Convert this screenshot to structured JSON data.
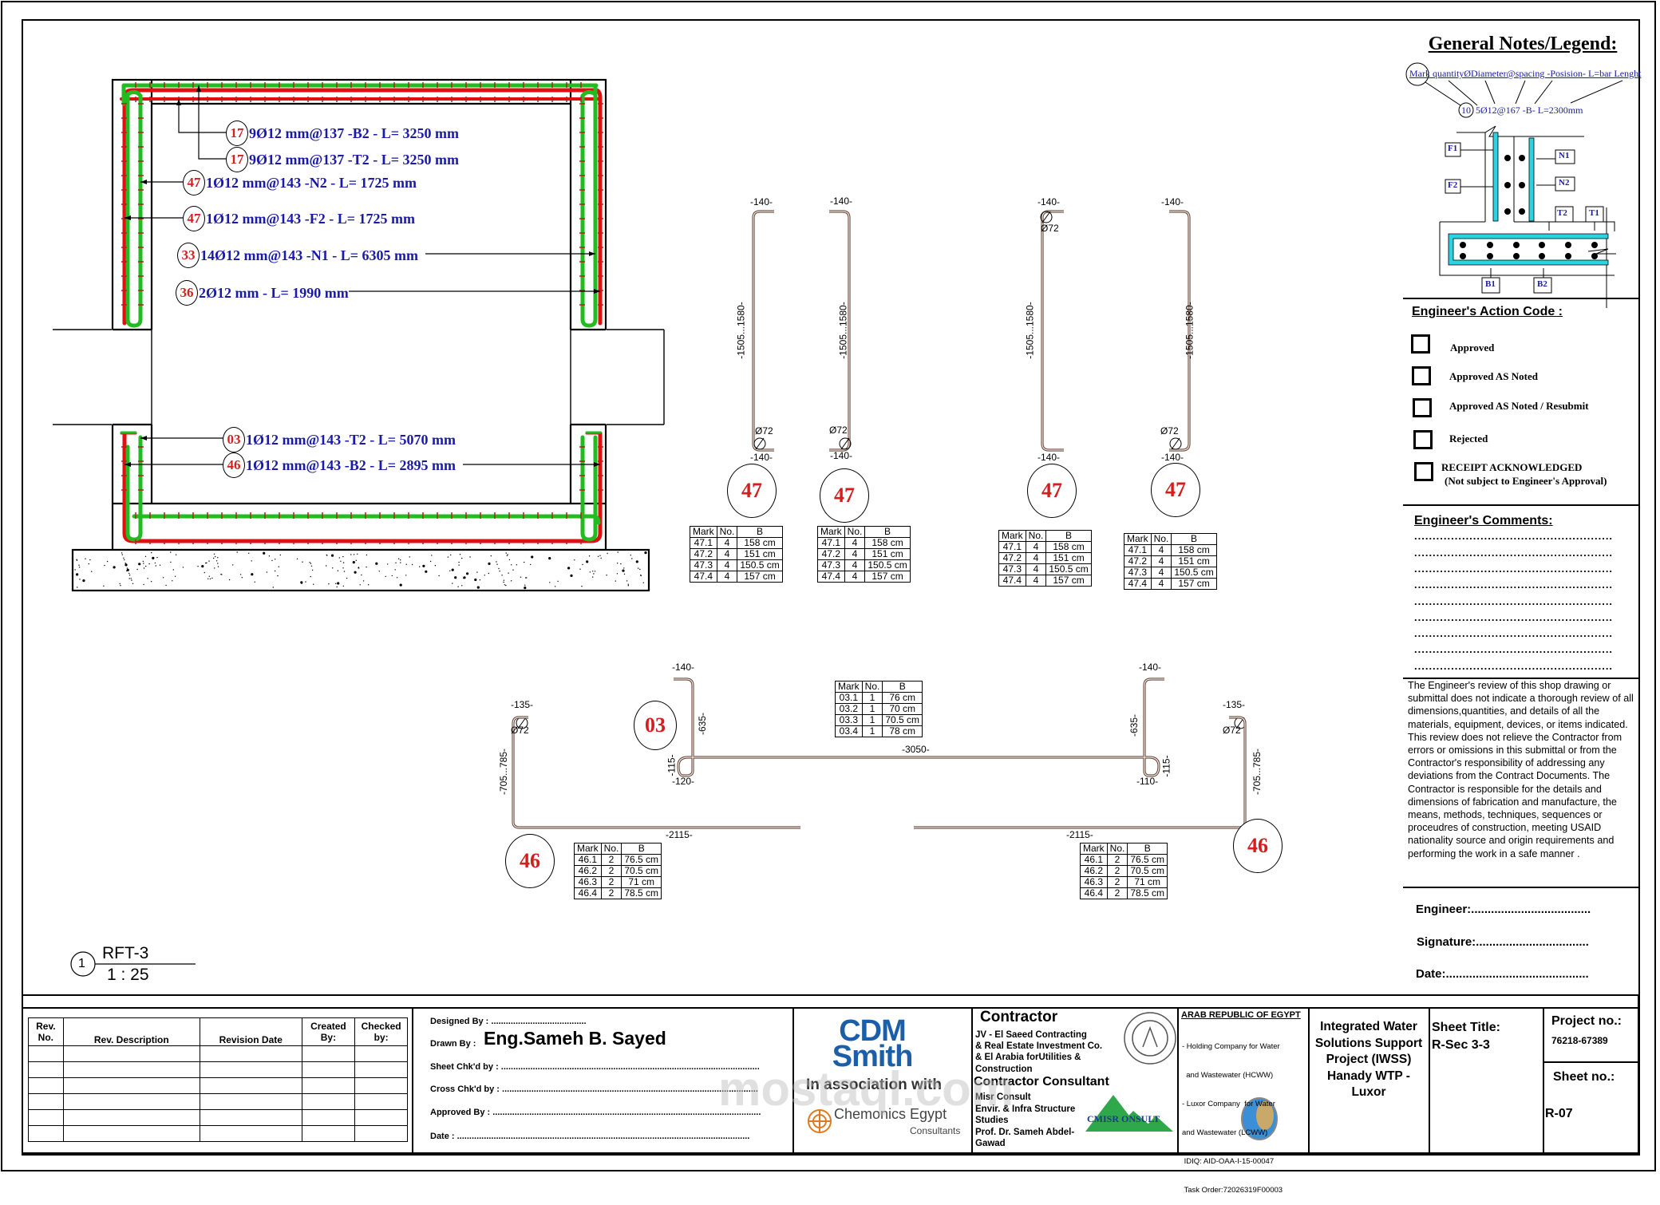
{
  "drawing": {
    "colors": {
      "bar_red": "#e01010",
      "bar_green": "#22bb22",
      "label_blue": "#1a1aa8",
      "mark_red": "#d41e1e",
      "shape_brown": "#6b4a3a",
      "legend_cyan": "#2ad4e0"
    },
    "section_labels": [
      {
        "mark": "17",
        "text": "9Ø12 mm@137 -B2 - L= 3250 mm"
      },
      {
        "mark": "17",
        "text": "9Ø12 mm@137 -T2 - L= 3250 mm"
      },
      {
        "mark": "47",
        "text": "1Ø12 mm@143 -N2 - L= 1725 mm"
      },
      {
        "mark": "47",
        "text": "1Ø12 mm@143 -F2 - L= 1725 mm"
      },
      {
        "mark": "33",
        "text": "14Ø12 mm@143 -N1 - L= 6305 mm"
      },
      {
        "mark": "36",
        "text": "2Ø12 mm - L= 1990 mm"
      },
      {
        "mark": "03",
        "text": "1Ø12 mm@143 -T2 - L= 5070 mm"
      },
      {
        "mark": "46",
        "text": "1Ø12 mm@143 -B2 - L= 2895 mm"
      }
    ],
    "view_title": {
      "number": "1",
      "name": "RFT-3",
      "scale": "1 : 25"
    },
    "bar_47": {
      "mark": "47",
      "dim_top": "-140-",
      "dim_bottom": "-140-",
      "dim_length": "-1505...1580-",
      "bend_dia": "Ø72",
      "table": {
        "headers": [
          "Mark",
          "No.",
          "B"
        ],
        "rows": [
          [
            "47.1",
            "4",
            "158 cm"
          ],
          [
            "47.2",
            "4",
            "151 cm"
          ],
          [
            "47.3",
            "4",
            "150.5 cm"
          ],
          [
            "47.4",
            "4",
            "157 cm"
          ]
        ]
      }
    },
    "bar_03": {
      "mark": "03",
      "dim_hook": "-140-",
      "dim_leg": "-635-",
      "dim_length": "-3050-",
      "dim_left_loop_v": "-115-",
      "dim_left_loop_h": "-120-",
      "dim_right_loop_v": "-115-",
      "dim_right_loop_h": "-110-",
      "table": {
        "headers": [
          "Mark",
          "No.",
          "B"
        ],
        "rows": [
          [
            "03.1",
            "1",
            "76 cm"
          ],
          [
            "03.2",
            "1",
            "70 cm"
          ],
          [
            "03.3",
            "1",
            "70.5 cm"
          ],
          [
            "03.4",
            "1",
            "78 cm"
          ]
        ]
      }
    },
    "bar_46": {
      "mark": "46",
      "dim_hook": "-135-",
      "dim_leg": "-705...785-",
      "dim_length": "-2115-",
      "bend_dia": "Ø72",
      "table": {
        "headers": [
          "Mark",
          "No.",
          "B"
        ],
        "rows": [
          [
            "46.1",
            "2",
            "76.5 cm"
          ],
          [
            "46.2",
            "2",
            "70.5 cm"
          ],
          [
            "46.3",
            "2",
            "71 cm"
          ],
          [
            "46.4",
            "2",
            "78.5 cm"
          ]
        ]
      }
    }
  },
  "right_panel": {
    "title": "General Notes/Legend:",
    "legend_format": "Mark quantityØDiameter@spacing -Posision- L=bar Lenght",
    "legend_example_mark": "10",
    "legend_example": "5Ø12@167 -B- L=2300mm",
    "legend_tags": [
      "F1",
      "F2",
      "N1",
      "N2",
      "T2",
      "T1",
      "B1",
      "B2"
    ],
    "action_code_title": "Engineer's Action Code :",
    "action_codes": [
      {
        "label": "Approved",
        "checked": false
      },
      {
        "label": "Approved AS Noted",
        "checked": false
      },
      {
        "label": "Approved AS Noted / Resubmit",
        "checked": false
      },
      {
        "label": "Rejected",
        "checked": false
      },
      {
        "label": "RECEIPT ACKNOWLEDGED",
        "sub": "(Not subject  to Engineer's Approval)",
        "checked": false
      }
    ],
    "comments_title": "Engineer's Comments:",
    "comment_line": "......................................................",
    "disclaimer": "The Engineer's review of this shop drawing or submittal does not indicate a thorough review of all dimensions,quantities, and details of all the materials, equipment, devices, or items indicated. This review does not relieve the Contractor from errors or omissions in this submittal or from the Contractor's responsibility of addressing any deviations from the Contract Documents. The Contractor is responsible for the details and dimensions of fabrication and manufacture, the means, methods, techniques, sequences or proceudres of construction, meeting USAID nationality source and origin requirements and performing the work in a safe manner .",
    "engineer": "Engineer:....................................",
    "signature": "Signature:..................................",
    "date": "Date:...........................................",
    "attachment_label": ""
  },
  "title_block": {
    "revision_table": {
      "headers": [
        "Rev. No.",
        "Rev. Description",
        "Revision Date",
        "Created By:",
        "Checked by:"
      ],
      "rows": 6
    },
    "designed_by": "Designed By : .......................................",
    "drawn_by_label": "Drawn By :",
    "drawn_by": "Eng.Sameh B. Sayed",
    "sheet_checked": "Sheet Chk'd by : ..........................................................................................................",
    "cross_checked": "Cross Chk'd by : .........................................................................................................",
    "approved_by": "Approved By : ..............................................................................................................",
    "date": "Date : ........................................................................................................................",
    "consultant_logo": "CDM Smith",
    "consultant_logo_l1": "CDM",
    "consultant_logo_l2": "Smith",
    "association": "In association with",
    "associate": "Chemonics Egypt",
    "associate_sub": "Consultants",
    "contractor_title": "Contractor",
    "contractor_lines": [
      "JV - El Saeed Contracting",
      "& Real Estate Investment Co.",
      "& El Arabia forUtilities &",
      "Construction"
    ],
    "contractor_consultant_title": "Contractor Consultant",
    "contractor_consultant_lines": [
      "Misr Consult",
      "Envir. & Infra Structure",
      "Studies",
      "Prof. Dr. Sameh Abdel-",
      "Gawad"
    ],
    "misr_logo": "CMISR ONSULT",
    "client_title": "ARAB REPUBLIC OF EGYPT",
    "client_lines": [
      "- Holding Company for Water",
      "  and Wastewater (HCWW)",
      "- Luxor Company  for Water",
      "and Wastewater (LCWW)",
      " IDIQ: AID-OAA-I-15-00047",
      " Task Order:72026319F00003"
    ],
    "project_name": "Integrated Water Solutions Support Project (IWSS) Hanady  WTP - Luxor",
    "sheet_title_label": "Sheet Title:",
    "sheet_title": "R-Sec 3-3",
    "project_no_label": "Project no.:",
    "project_no": "76218-67389",
    "sheet_no_label": "Sheet no.:",
    "sheet_no": "R-07"
  },
  "watermark": "mostaql.com"
}
